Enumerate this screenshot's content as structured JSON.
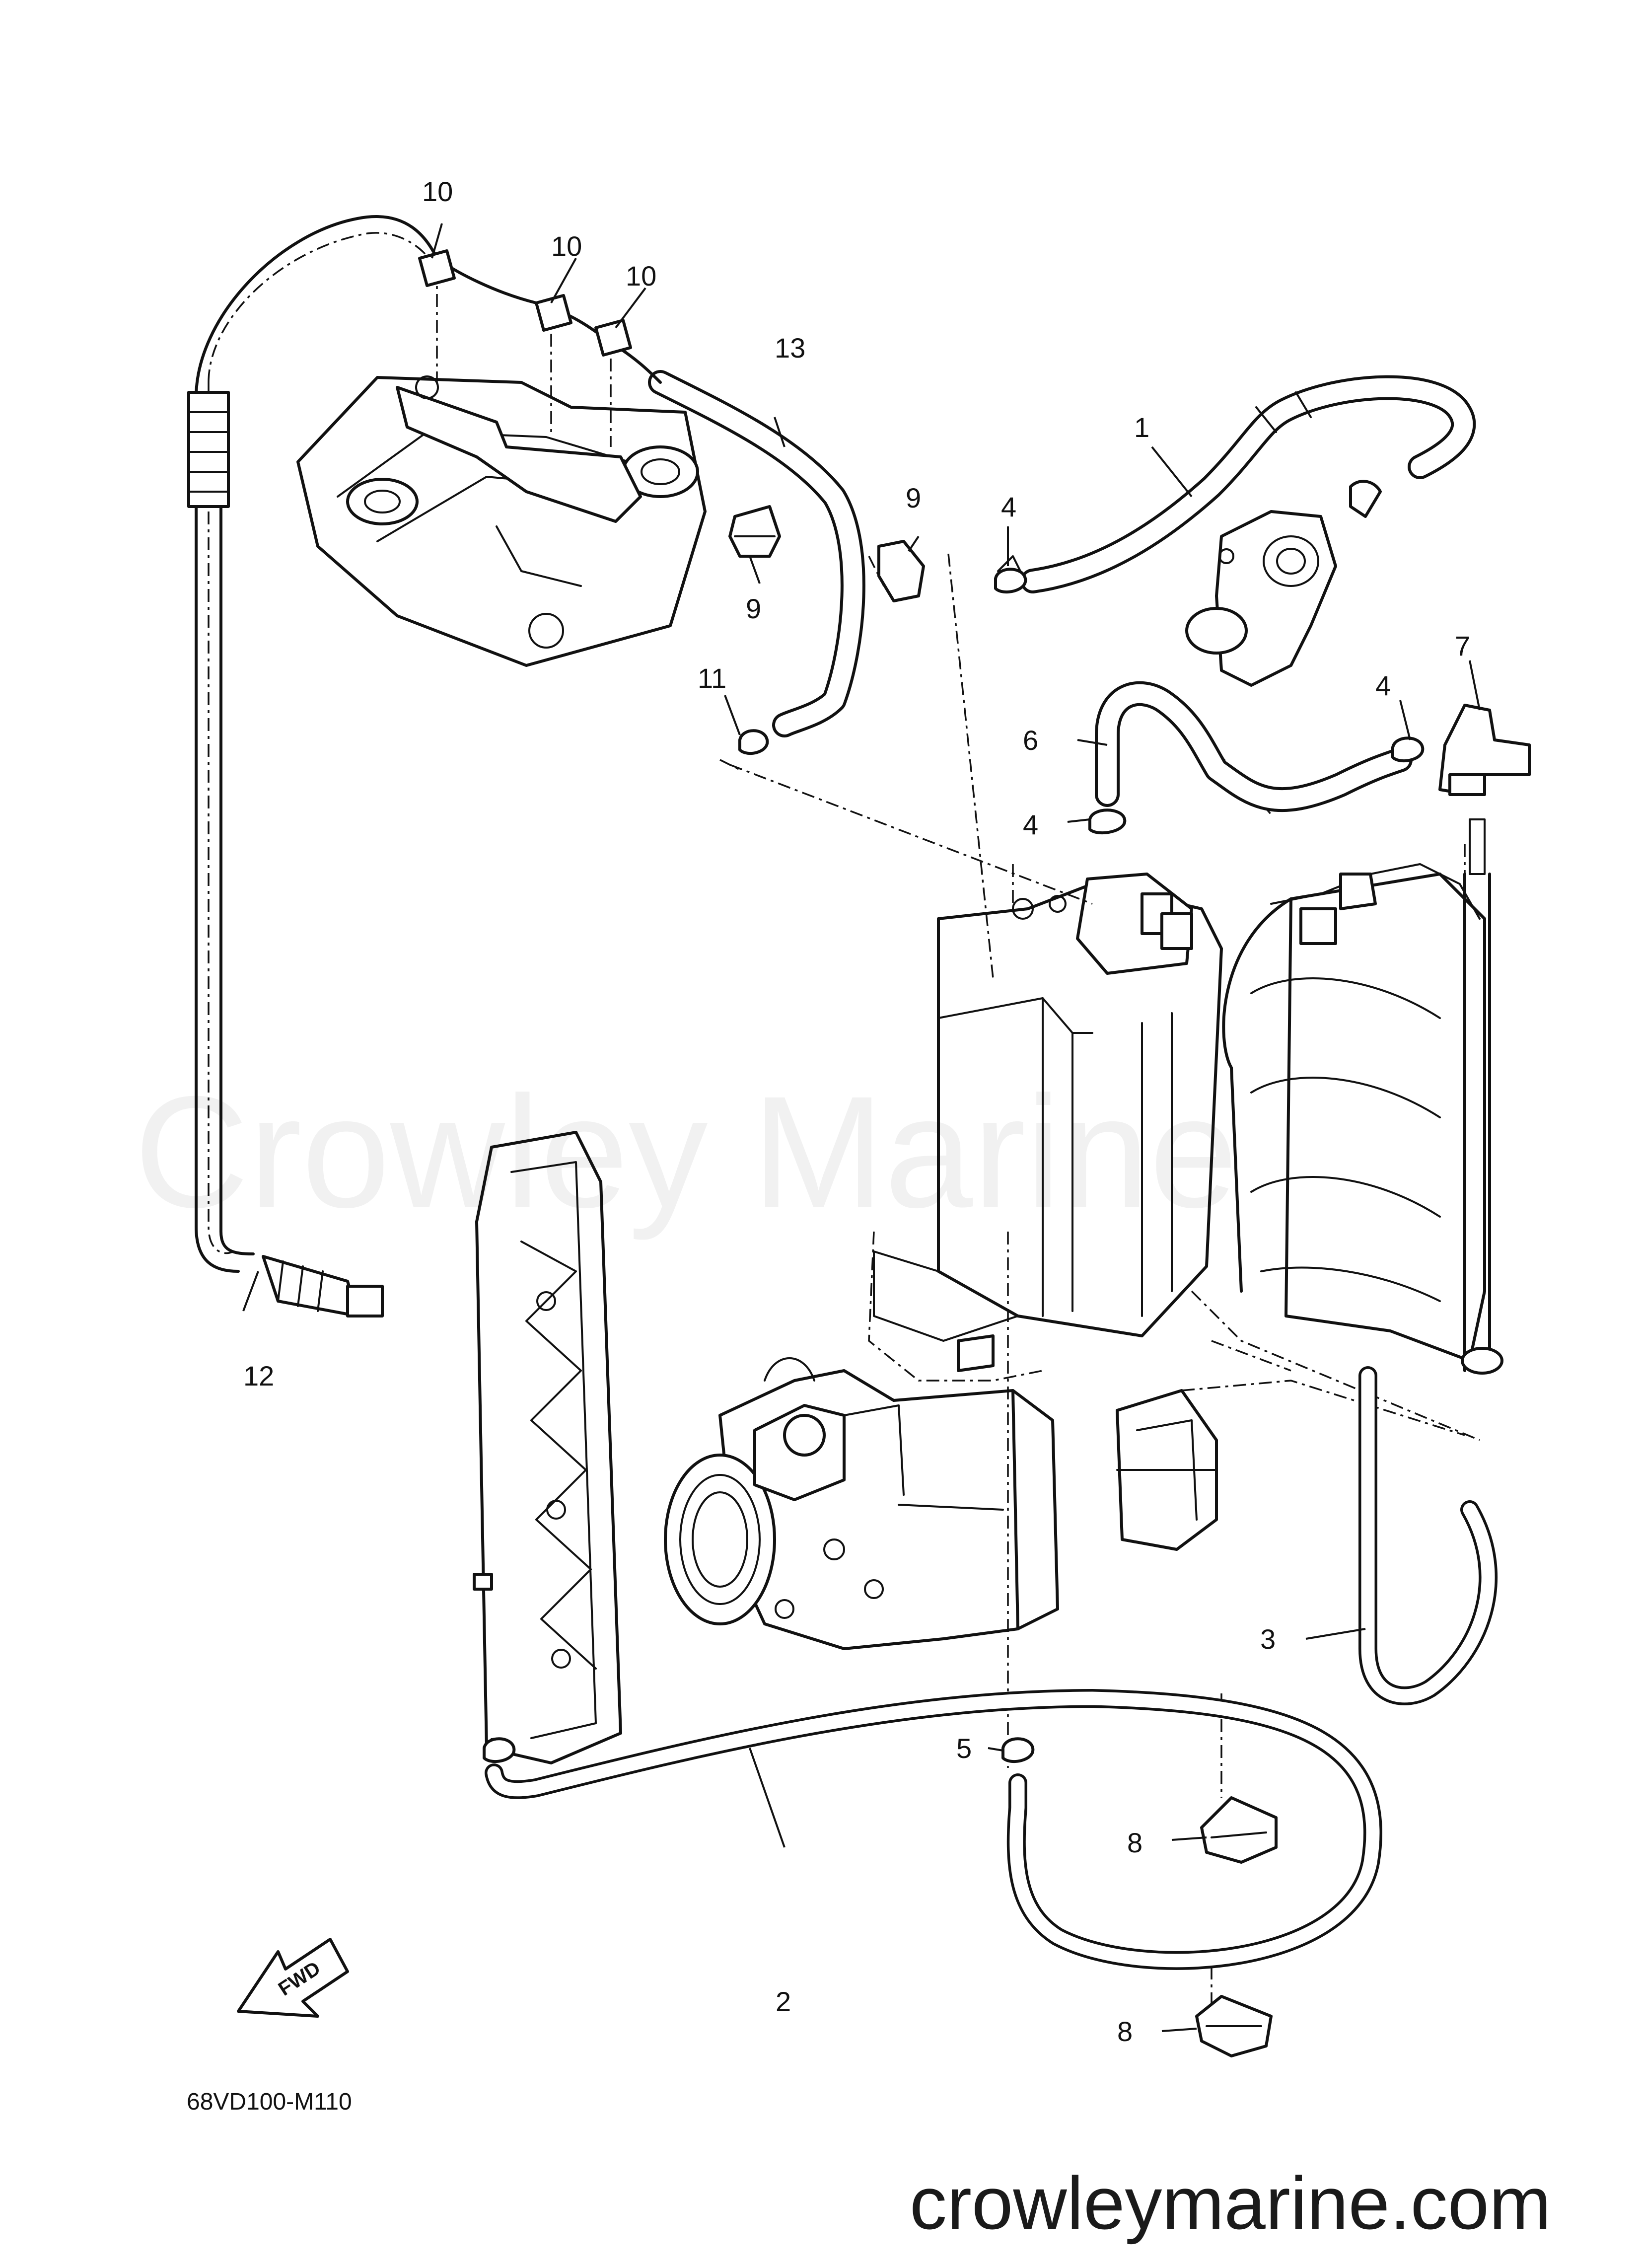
{
  "watermark": "Crowley Marine",
  "website": "crowleymarine.com",
  "diagram_code": "68VD100-M110",
  "direction_label": "FWD",
  "callouts": [
    "1",
    "2",
    "3",
    "4",
    "4",
    "4",
    "5",
    "6",
    "7",
    "8",
    "8",
    "9",
    "9",
    "10",
    "10",
    "10",
    "11",
    "12",
    "13"
  ]
}
